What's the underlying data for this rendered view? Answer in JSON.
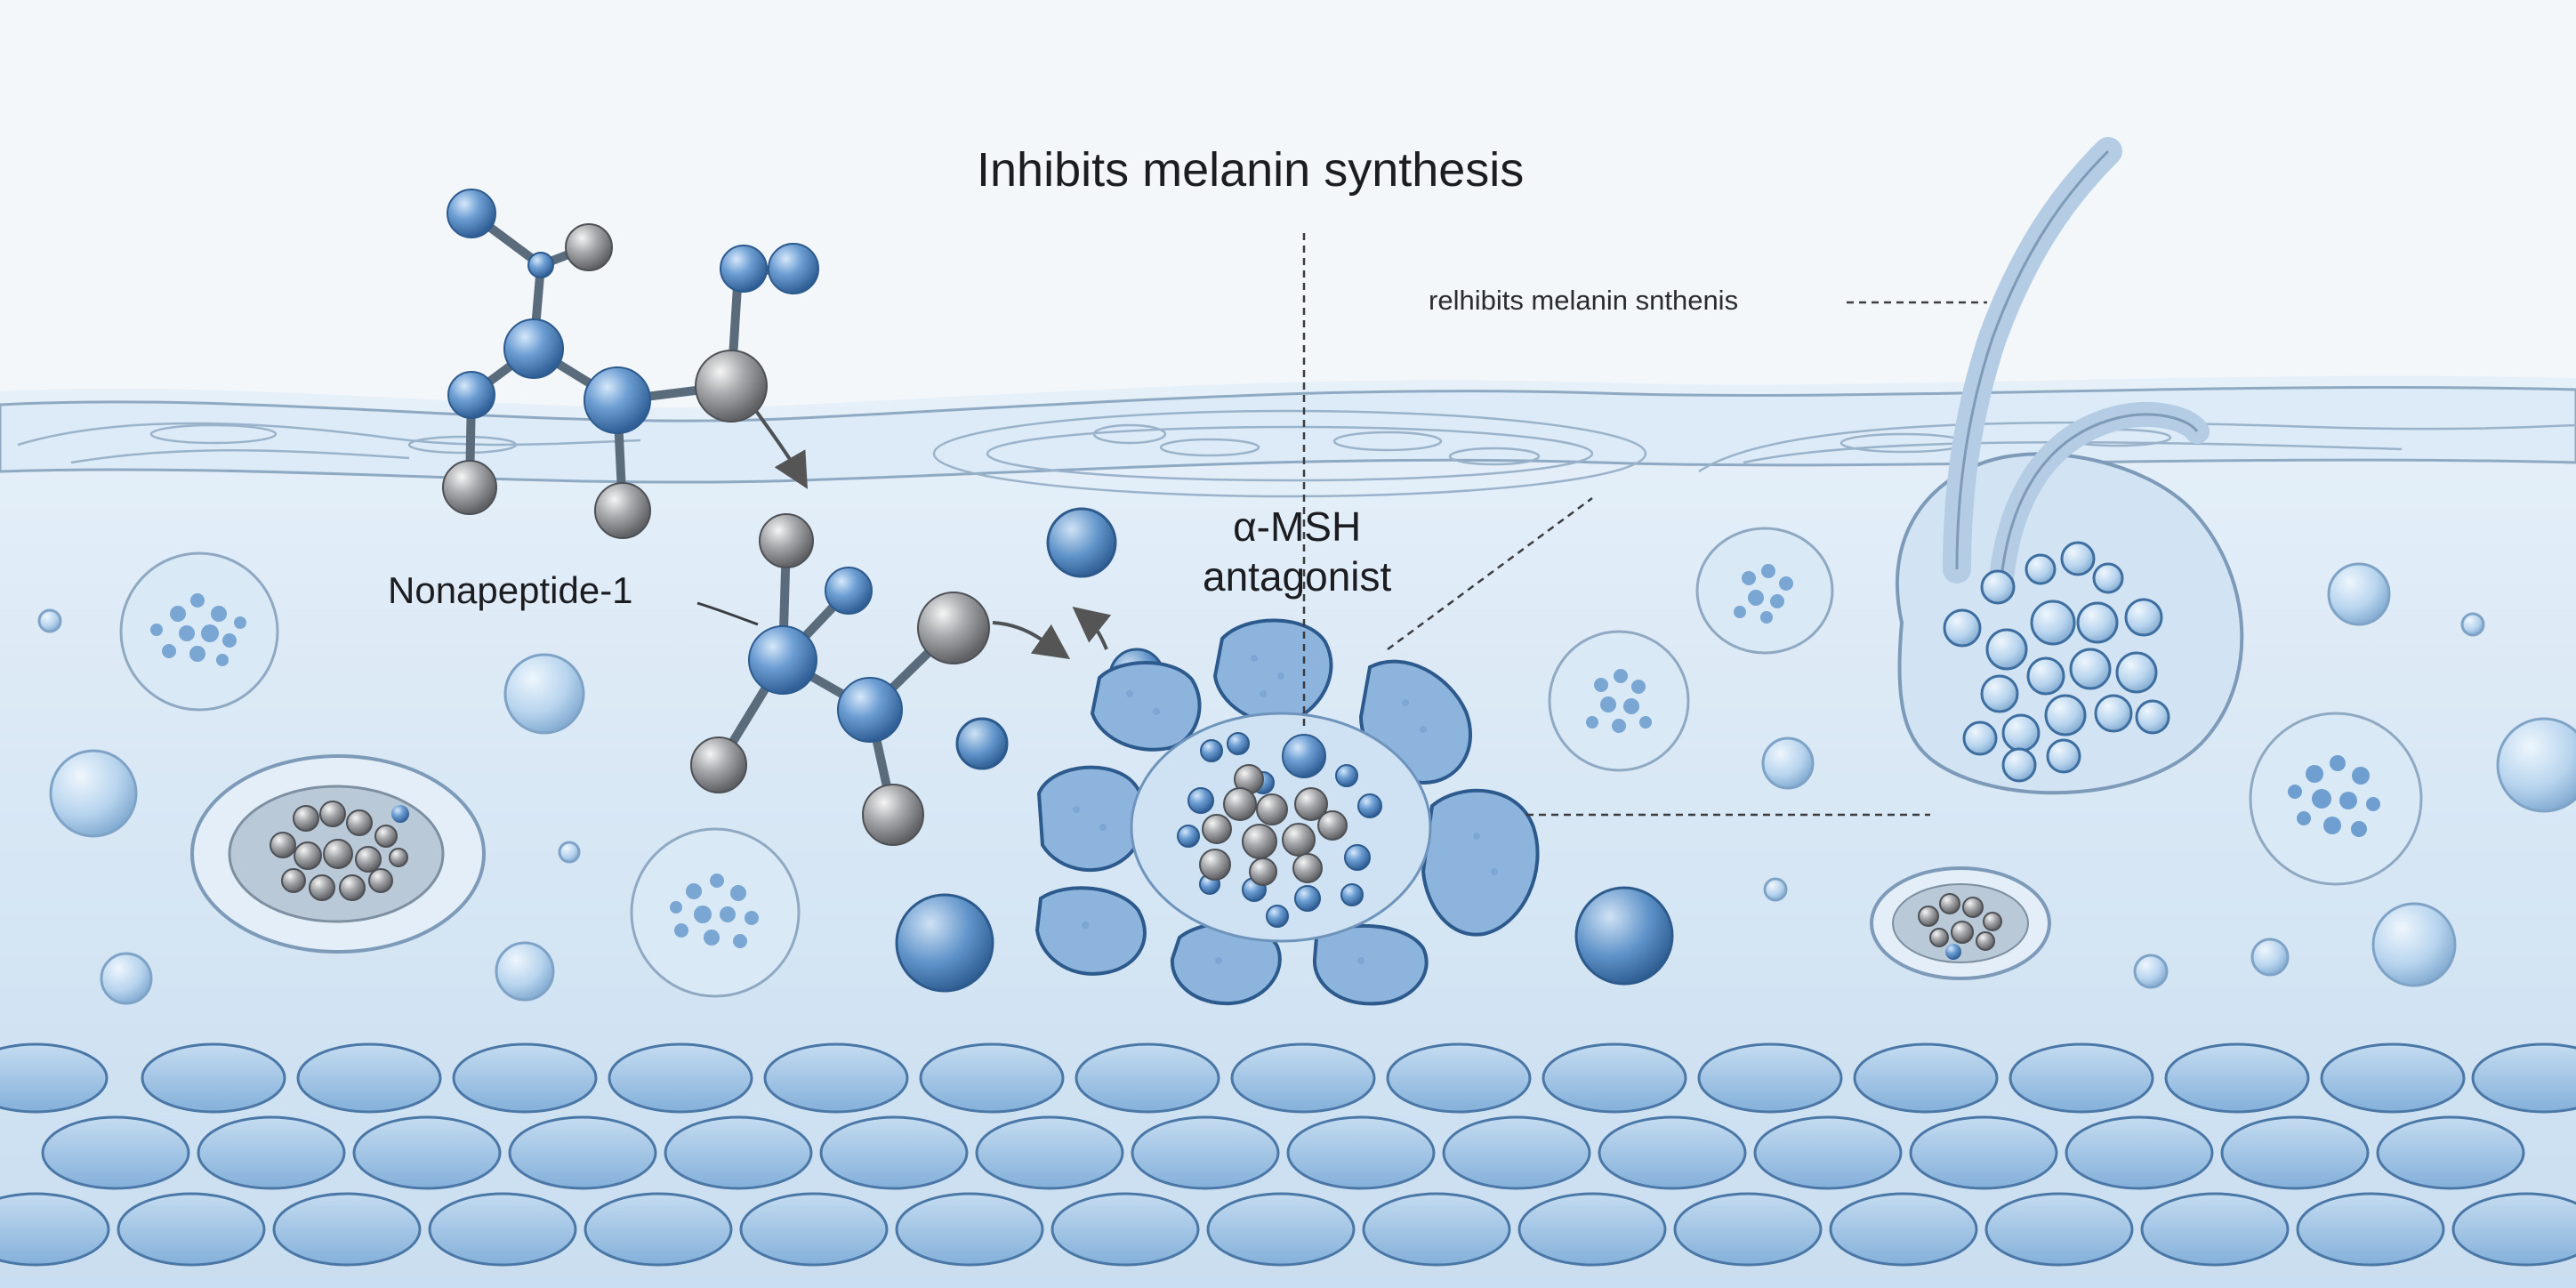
{
  "labels": {
    "title": "Inhibits melanin synthesis",
    "subnote": "relhibits melanin snthenis",
    "peptide": "Nonapeptide-1",
    "receptor_line1": "α-MSH",
    "receptor_line2": "antagonist"
  },
  "icons": {
    "peptide_molecule": "ball-and-stick-molecule-icon",
    "receptor_cell": "melanocyte-cluster-icon",
    "hair_follicle": "hair-follicle-icon"
  },
  "colors": {
    "background": "#f4f7fa",
    "tissue": "#d8e8f5",
    "tissue_edge": "#8fa9c2",
    "atom_blue": "#5b8fc9",
    "atom_gray": "#a3a5a8",
    "cell_fill": "#9cc0e2",
    "text": "#1b1d21"
  }
}
